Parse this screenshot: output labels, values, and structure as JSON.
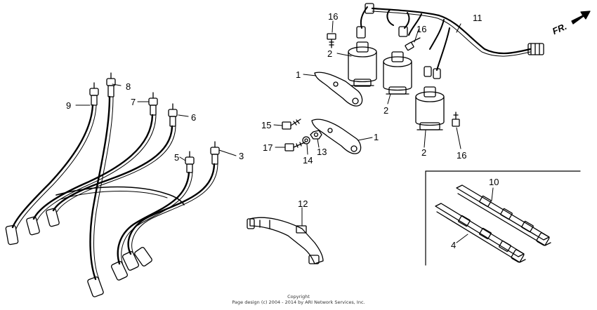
{
  "direction_marker": {
    "label": "FR."
  },
  "callouts": [
    {
      "id": "c1a",
      "number": "1"
    },
    {
      "id": "c1b",
      "number": "1"
    },
    {
      "id": "c2a",
      "number": "2"
    },
    {
      "id": "c2b",
      "number": "2"
    },
    {
      "id": "c2c",
      "number": "2"
    },
    {
      "id": "c3",
      "number": "3"
    },
    {
      "id": "c4",
      "number": "4"
    },
    {
      "id": "c5",
      "number": "5"
    },
    {
      "id": "c6",
      "number": "6"
    },
    {
      "id": "c7",
      "number": "7"
    },
    {
      "id": "c8",
      "number": "8"
    },
    {
      "id": "c9",
      "number": "9"
    },
    {
      "id": "c10",
      "number": "10"
    },
    {
      "id": "c11",
      "number": "11"
    },
    {
      "id": "c12",
      "number": "12"
    },
    {
      "id": "c13",
      "number": "13"
    },
    {
      "id": "c14",
      "number": "14"
    },
    {
      "id": "c15",
      "number": "15"
    },
    {
      "id": "c16a",
      "number": "16"
    },
    {
      "id": "c16b",
      "number": "16"
    },
    {
      "id": "c16c",
      "number": "16"
    },
    {
      "id": "c17",
      "number": "17"
    }
  ],
  "footer": {
    "copyright_label": "Copyright",
    "page_notice": "Page design (c) 2004 - 2014 by ARI Network Services, Inc."
  },
  "colors": {
    "ink": "#000000",
    "background": "#ffffff"
  }
}
